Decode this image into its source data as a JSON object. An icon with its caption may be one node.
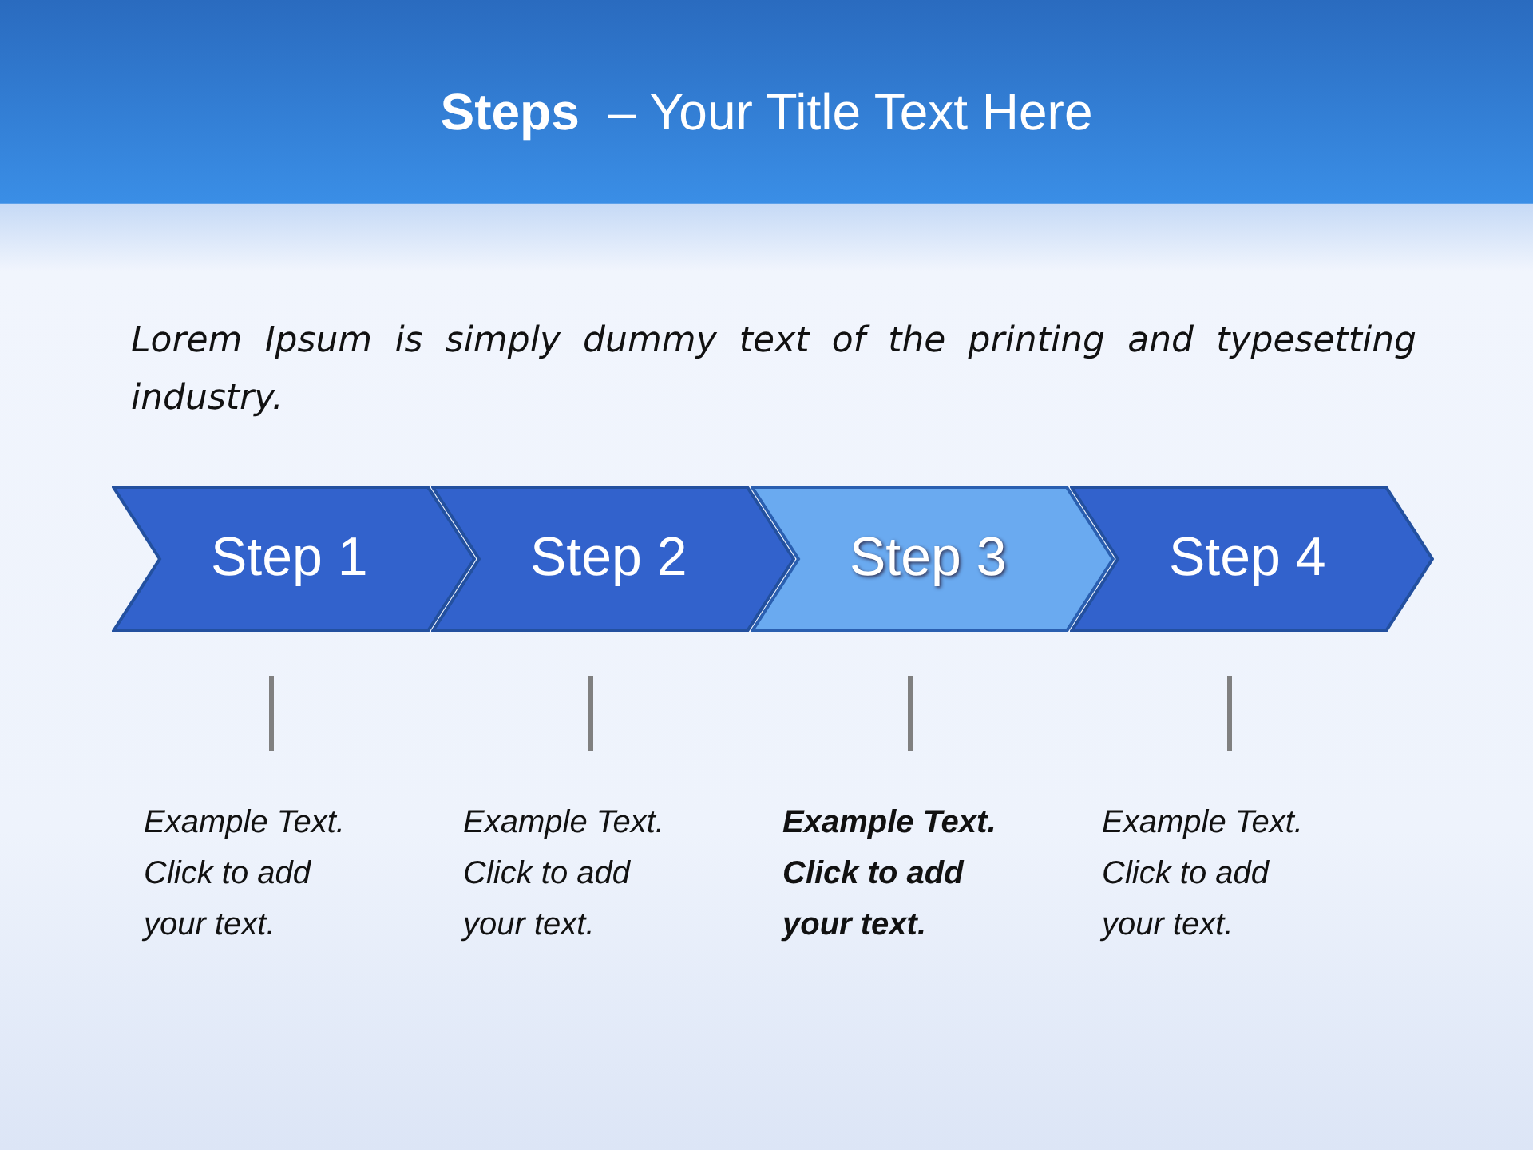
{
  "diagram": {
    "title": "**Steps**  – Your Title Text Here",
    "nodes": [
      {
        "text": [
          "Step 1"
        ]
      },
      {
        "text": [
          "Step 2"
        ]
      },
      {
        "text": [
          "Step 3"
        ]
      },
      {
        "text": [
          "Step 4"
        ]
      }
    ],
    "labels": [
      "Lorem Ipsum is simply dummy text of the printing and typesetting industry.",
      "Example Text. Click to add your text.",
      "Example Text. Click to add your text.",
      "Example Text. Click to add your text.",
      "Example Text. Click to add your text."
    ]
  }
}
